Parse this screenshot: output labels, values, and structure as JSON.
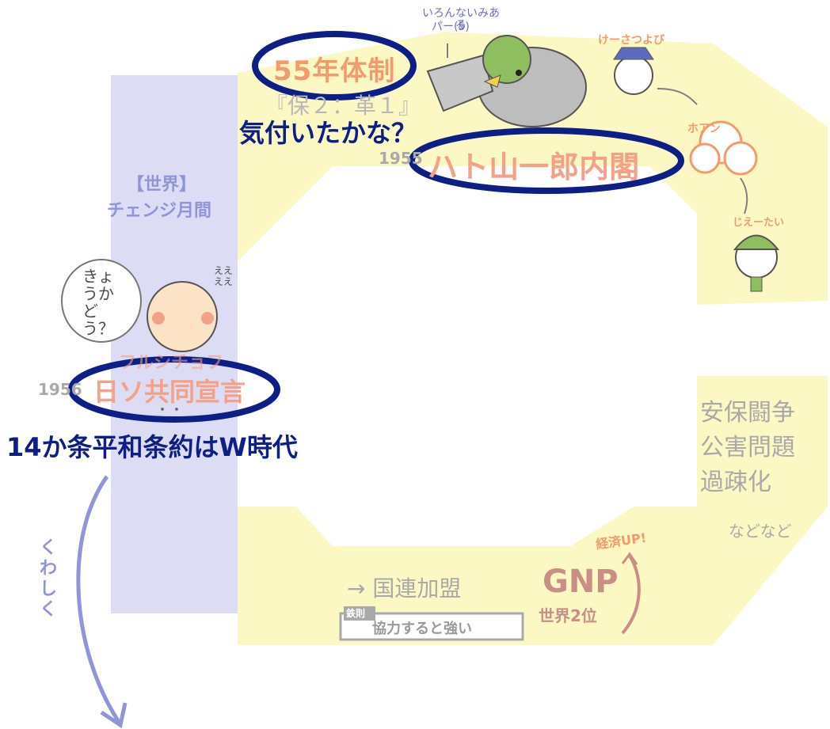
{
  "top_notes": {
    "iron_chest": "いろんないみある",
    "par": "パー(5)",
    "police": "けーさつよび",
    "poan": "ホアン",
    "jsdf": "じえーたい"
  },
  "regime": {
    "label": "55年体制",
    "subtitle": "『保２：革１』",
    "question": "気付いたかな？"
  },
  "hatoyama": {
    "year": "1955",
    "label": "ハト山一郎内閣"
  },
  "world": {
    "title": "【世界】",
    "subtitle": "チェンジ月間"
  },
  "speech_bubble": {
    "text": "きょうかどう？",
    "reply": "ええええ"
  },
  "nisso": {
    "above": "フルシチョフ",
    "year": "1956",
    "label": "日ソ共同宣言",
    "dots": "・・"
  },
  "peace_treaty": "14か条平和条約はW時代",
  "details": "くわしく",
  "right_list": [
    "安保闘争",
    "公害問題",
    "過疎化"
  ],
  "right_list_suffix": "などなど",
  "economy": {
    "up_label": "経済UP!",
    "gnp": "GNP",
    "world_rank": "世界2位"
  },
  "un": "→ 国連加盟",
  "iron_rule": {
    "tag": "鉄則",
    "text": "協力すると強い"
  },
  "colors": {
    "yellow_band": "#fcf8c4",
    "lavender_band": "#dcdcf4",
    "ellipse": "#0d1e86",
    "blue_text": "#0d1e86",
    "salmon": "#f4a187",
    "grey": "#a9a9a9",
    "gnp": "#c98e86",
    "arrow": "#8f95d8"
  }
}
